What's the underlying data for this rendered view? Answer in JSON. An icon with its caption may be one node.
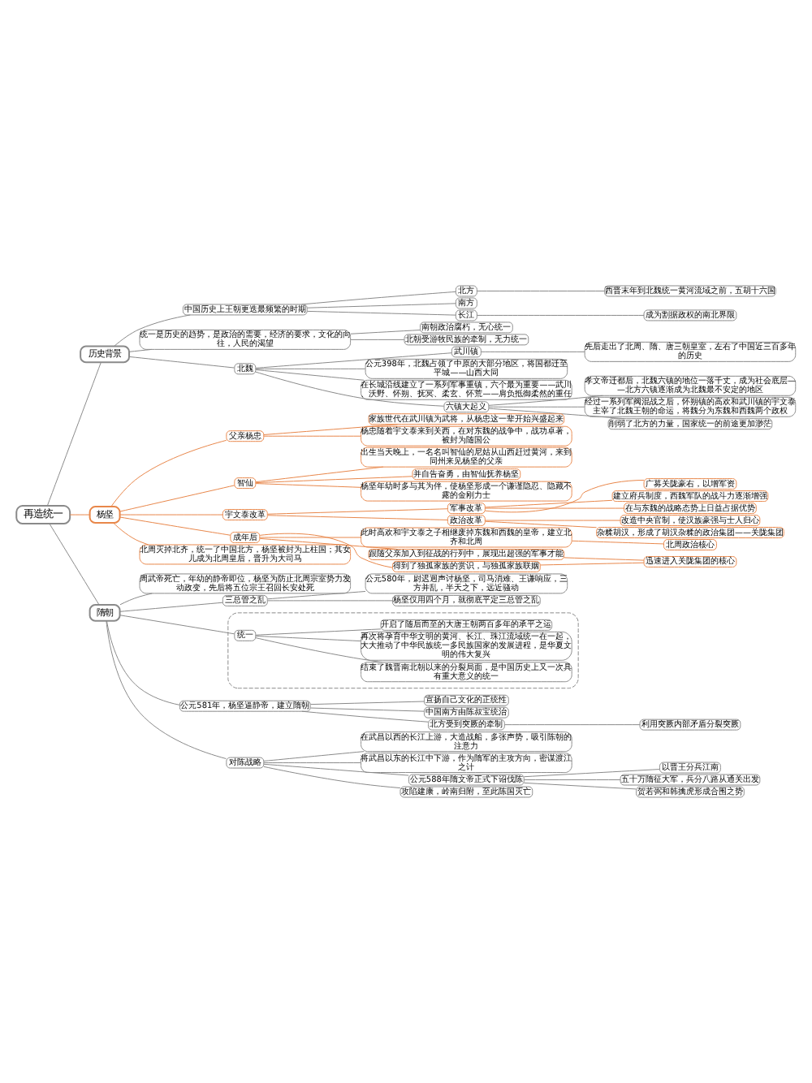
{
  "diagram": {
    "nodes": [
      {
        "text": [
          "再造统一"
        ]
      },
      {
        "text": [
          "历史背景"
        ]
      },
      {
        "text": [
          "中国历史上王朝更迭最频繁的时期"
        ]
      },
      {
        "text": [
          "北方"
        ]
      },
      {
        "text": [
          "西晋末年到北魏统一黄河流域之前，五胡十六国"
        ]
      },
      {
        "text": [
          "南方"
        ]
      },
      {
        "text": [
          "长江"
        ]
      },
      {
        "text": [
          "成为割据政权的南北界限"
        ]
      },
      {
        "text": [
          "统一是历史的趋势，是政治的需要，经济的要求，文化的向往，人民的渴望"
        ]
      },
      {
        "text": [
          "南朝政治腐朽，无心统一"
        ]
      },
      {
        "text": [
          "北朝受游牧民族的牵制，无力统一"
        ]
      },
      {
        "text": [
          "北魏"
        ]
      },
      {
        "text": [
          "武川镇"
        ]
      },
      {
        "text": [
          "先后走出了北周、隋、唐三朝皇室，左右了中国近三百多年的历史"
        ]
      },
      {
        "text": [
          "公元398年，北魏占领了中原的大部分地区，将国都迁至平城——山西大同"
        ]
      },
      {
        "text": [
          "在长城沿线建立了一系列军事重镇，六个最为重要——武川、沃野、怀朔、抚冥、柔玄、怀荒——肩负抵御柔然的重任"
        ]
      },
      {
        "text": [
          "六镇大起义"
        ]
      },
      {
        "text": [
          "孝文帝迁都后，北魏六镇的地位一落千丈，成为社会底层——北方六镇逐渐成为北魏最不安定的地区"
        ]
      },
      {
        "text": [
          "经过一系列军阀混战之后，怀朔镇的高欢和武川镇的宇文泰主宰了北魏王朝的命运，将魏分为东魏和西魏两个政权"
        ]
      },
      {
        "text": [
          "削弱了北方的力量，国家统一的前途更加渺茫"
        ]
      },
      {
        "text": [
          "杨坚"
        ]
      },
      {
        "text": [
          "父亲杨忠"
        ]
      },
      {
        "text": [
          "家族世代在武川镇为武将，从杨忠这一辈开始兴盛起来"
        ]
      },
      {
        "text": [
          "杨忠随着宇文泰来到关西，在对东魏的战争中，战功卓著，被封为随国公"
        ]
      },
      {
        "text": [
          "智仙"
        ]
      },
      {
        "text": [
          "出生当天晚上，一名名叫智仙的尼姑从山西赶过黄河，来到同州来见杨坚的父亲"
        ]
      },
      {
        "text": [
          "并自告奋勇，由智仙抚养杨坚"
        ]
      },
      {
        "text": [
          "杨坚年幼时多与其为伴，使杨坚形成一个谦谨隐忍、隐藏不露的金刚力士"
        ]
      },
      {
        "text": [
          "宇文泰改革"
        ]
      },
      {
        "text": [
          "军事改革"
        ]
      },
      {
        "text": [
          "广募关陇豪右，以增军资"
        ]
      },
      {
        "text": [
          "建立府兵制度，西魏军队的战斗力逐渐增强"
        ]
      },
      {
        "text": [
          "在与东魏的战略态势上日益占据优势"
        ]
      },
      {
        "text": [
          "政治改革"
        ]
      },
      {
        "text": [
          "改造中央官制，使汉族豪强与士人归心"
        ]
      },
      {
        "text": [
          "杂糅胡汉，形成了胡汉杂糅的政治集团——关陇集团"
        ]
      },
      {
        "text": [
          "成年后"
        ]
      },
      {
        "text": [
          "此时高欢和宇文泰之子相继废掉东魏和西魏的皇帝，建立北齐和北周"
        ]
      },
      {
        "text": [
          "北周政治核心"
        ]
      },
      {
        "text": [
          "跟随父亲加入到征战的行列中，展现出超强的军事才能"
        ]
      },
      {
        "text": [
          "得到了独孤家族的赏识，与独孤家族联姻"
        ]
      },
      {
        "text": [
          "迅速进入关陇集团的核心"
        ]
      },
      {
        "text": [
          "北周灭掉北齐，统一了中国北方，杨坚被封为上柱国；其女儿成为北周皇后，晋升为大司马"
        ]
      },
      {
        "text": [
          "隋朝"
        ]
      },
      {
        "text": [
          "周武帝死亡，年幼的静帝即位，杨坚为防止北周宗室势力发动政变，先后将五位宗王召回长安处死"
        ]
      },
      {
        "text": [
          "三总管之乱"
        ]
      },
      {
        "text": [
          "公元580年，尉迟迥声讨杨坚，司马消难、王谦响应，三方并乱，半天之下，远近骚动"
        ]
      },
      {
        "text": [
          "杨坚仅用四个月，就彻底平定三总管之乱"
        ]
      },
      {
        "text": [
          "公元581年，杨坚逼静帝，建立隋朝"
        ]
      },
      {
        "text": [
          "宣扬自己文化的正统性"
        ]
      },
      {
        "text": [
          "中国南方由陈叔宝统治"
        ]
      },
      {
        "text": [
          "北方受到突厥的牵制"
        ]
      },
      {
        "text": [
          "利用突厥内部矛盾分裂突厥"
        ]
      },
      {
        "text": [
          "对陈战略"
        ]
      },
      {
        "text": [
          "在武昌以西的长江上游，大造战船，多张声势，吸引陈朝的注意力"
        ]
      },
      {
        "text": [
          "将武昌以东的长江中下游，作为隋军的主攻方向，密谋渡江之计"
        ]
      },
      {
        "text": [
          "公元588年隋文帝正式下诏伐陈"
        ]
      },
      {
        "text": [
          "以晋王分兵江南"
        ]
      },
      {
        "text": [
          "五十万隋征大军，兵分八路从通关出发"
        ]
      },
      {
        "text": [
          "贺若弼和韩擒虎形成合围之势"
        ]
      },
      {
        "text": [
          "攻陷建康，岭南归附，至此陈国灭亡"
        ]
      },
      {
        "text": [],
        "shape": "cloud"
      },
      {
        "text": [
          "统一"
        ],
        "in": 61
      },
      {
        "text": [
          "结束了魏晋南北朝以来的分裂局面，是中国历史上又一次具有重大意义的统一"
        ],
        "in": 61
      },
      {
        "text": [
          "再次将孕育中华文明的黄河、长江、珠江流域统一在一起，大大推动了中华民族统一多民族国家的发展进程，是华夏文明的伟大复兴"
        ],
        "in": 61
      },
      {
        "text": [
          "开启了随后而至的大唐王朝两百多年的承平之运"
        ],
        "in": 61
      }
    ],
    "edges": [
      {
        "from": 0,
        "to": 1,
        "arrow": "none"
      },
      {
        "from": 1,
        "to": 2,
        "arrow": "none"
      },
      {
        "from": 2,
        "to": 3,
        "arrow": "none"
      },
      {
        "from": 3,
        "to": 4,
        "arrow": "none"
      },
      {
        "from": 2,
        "to": 5,
        "arrow": "none"
      },
      {
        "from": 2,
        "to": 6,
        "arrow": "none"
      },
      {
        "from": 6,
        "to": 7,
        "arrow": "none"
      },
      {
        "from": 1,
        "to": 8,
        "arrow": "none"
      },
      {
        "from": 8,
        "to": 9,
        "arrow": "none"
      },
      {
        "from": 8,
        "to": 10,
        "arrow": "none"
      },
      {
        "from": 1,
        "to": 11,
        "arrow": "none"
      },
      {
        "from": 11,
        "to": 12,
        "arrow": "none"
      },
      {
        "from": 12,
        "to": 13,
        "arrow": "none"
      },
      {
        "from": 11,
        "to": 14,
        "arrow": "none"
      },
      {
        "from": 11,
        "to": 15,
        "arrow": "none"
      },
      {
        "from": 11,
        "to": 16,
        "arrow": "none"
      },
      {
        "from": 16,
        "to": 17,
        "arrow": "none"
      },
      {
        "from": 16,
        "to": 18,
        "arrow": "none"
      },
      {
        "from": 16,
        "to": 19,
        "arrow": "none"
      },
      {
        "from": 0,
        "to": 20,
        "arrow": "none",
        "color": "#e8874a"
      },
      {
        "from": 20,
        "to": 21,
        "arrow": "none",
        "color": "#e8874a"
      },
      {
        "from": 21,
        "to": 22,
        "arrow": "none",
        "color": "#e8874a"
      },
      {
        "from": 21,
        "to": 23,
        "arrow": "none",
        "color": "#e8874a"
      },
      {
        "from": 20,
        "to": 24,
        "arrow": "none",
        "color": "#e8874a"
      },
      {
        "from": 24,
        "to": 25,
        "arrow": "none",
        "color": "#e8874a"
      },
      {
        "from": 24,
        "to": 26,
        "arrow": "none",
        "color": "#e8874a"
      },
      {
        "from": 24,
        "to": 27,
        "arrow": "none",
        "color": "#e8874a"
      },
      {
        "from": 20,
        "to": 28,
        "arrow": "none",
        "color": "#e8874a"
      },
      {
        "from": 28,
        "to": 29,
        "arrow": "none",
        "color": "#e8874a"
      },
      {
        "from": 29,
        "to": 30,
        "arrow": "none",
        "color": "#e8874a"
      },
      {
        "from": 29,
        "to": 31,
        "arrow": "none",
        "color": "#e8874a"
      },
      {
        "from": 29,
        "to": 32,
        "arrow": "none",
        "color": "#e8874a"
      },
      {
        "from": 28,
        "to": 33,
        "arrow": "none",
        "color": "#e8874a"
      },
      {
        "from": 33,
        "to": 34,
        "arrow": "none",
        "color": "#e8874a"
      },
      {
        "from": 33,
        "to": 35,
        "arrow": "none",
        "color": "#e8874a"
      },
      {
        "from": 20,
        "to": 36,
        "arrow": "none",
        "color": "#e8874a"
      },
      {
        "from": 36,
        "to": 37,
        "arrow": "none",
        "color": "#e8874a"
      },
      {
        "from": 37,
        "to": 38,
        "arrow": "none",
        "color": "#e8874a"
      },
      {
        "from": 36,
        "to": 39,
        "arrow": "none",
        "color": "#e8874a"
      },
      {
        "from": 36,
        "to": 40,
        "arrow": "none",
        "color": "#e8874a"
      },
      {
        "from": 39,
        "to": 41,
        "arrow": "none",
        "color": "#e8874a"
      },
      {
        "from": 40,
        "to": 41,
        "arrow": "none",
        "color": "#e8874a"
      },
      {
        "from": 20,
        "to": 42,
        "arrow": "none",
        "color": "#e8874a"
      },
      {
        "from": 0,
        "to": 43,
        "arrow": "none"
      },
      {
        "from": 43,
        "to": 44,
        "arrow": "none"
      },
      {
        "from": 43,
        "to": 45,
        "arrow": "none"
      },
      {
        "from": 45,
        "to": 46,
        "arrow": "none"
      },
      {
        "from": 45,
        "to": 47,
        "arrow": "none"
      },
      {
        "from": 43,
        "to": 48,
        "arrow": "none"
      },
      {
        "from": 48,
        "to": 49,
        "arrow": "none"
      },
      {
        "from": 48,
        "to": 50,
        "arrow": "none"
      },
      {
        "from": 48,
        "to": 51,
        "arrow": "none"
      },
      {
        "from": 51,
        "to": 52,
        "arrow": "none"
      },
      {
        "from": 43,
        "to": 53,
        "arrow": "none"
      },
      {
        "from": 53,
        "to": 54,
        "arrow": "none"
      },
      {
        "from": 53,
        "to": 55,
        "arrow": "none"
      },
      {
        "from": 53,
        "to": 56,
        "arrow": "none"
      },
      {
        "from": 56,
        "to": 57,
        "arrow": "none"
      },
      {
        "from": 56,
        "to": 58,
        "arrow": "none"
      },
      {
        "from": 56,
        "to": 59,
        "arrow": "none"
      },
      {
        "from": 53,
        "to": 60,
        "arrow": "none"
      },
      {
        "from": 43,
        "to": 62,
        "arrow": "none"
      },
      {
        "from": 62,
        "to": 63,
        "arrow": "none"
      },
      {
        "from": 62,
        "to": 64,
        "arrow": "none"
      },
      {
        "from": 62,
        "to": 65,
        "arrow": "none"
      }
    ]
  }
}
